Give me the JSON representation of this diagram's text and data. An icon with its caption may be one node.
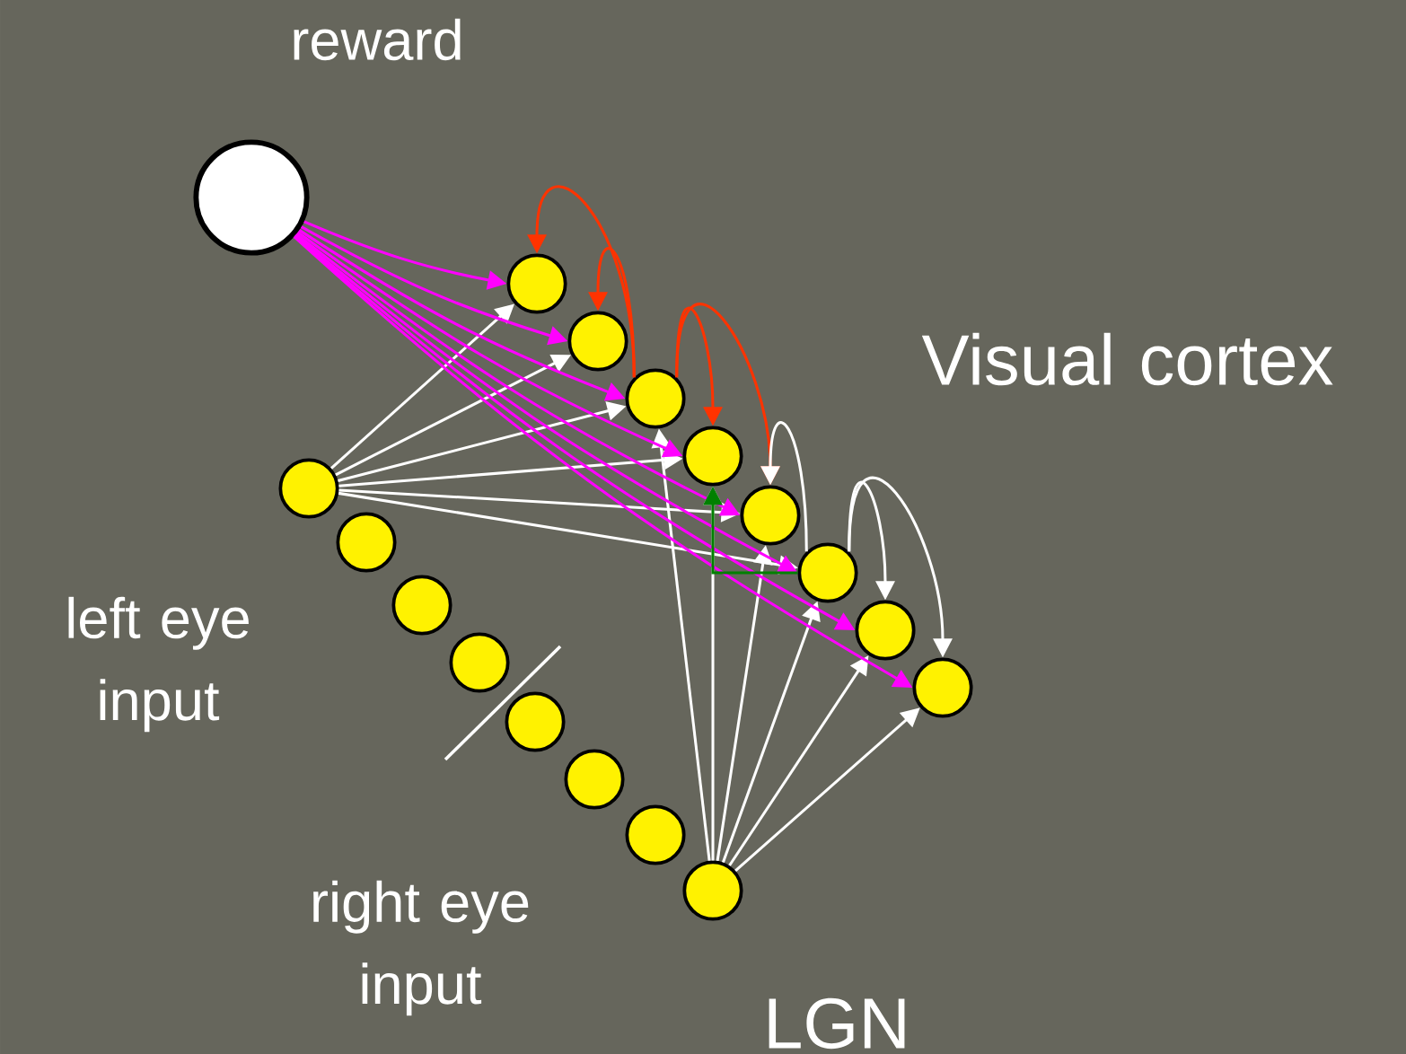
{
  "diagram": {
    "nodes": [
      {
        "text": [
          "reward"
        ]
      },
      {
        "text": [],
        "shape": "circle"
      },
      {
        "text": [],
        "shape": "circle"
      },
      {
        "text": [],
        "shape": "circle"
      },
      {
        "text": [],
        "shape": "circle"
      },
      {
        "text": [],
        "shape": "circle"
      },
      {
        "text": [],
        "shape": "circle"
      },
      {
        "text": [],
        "shape": "circle"
      },
      {
        "text": [],
        "shape": "circle"
      },
      {
        "text": [],
        "shape": "circle"
      },
      {
        "text": [],
        "shape": "circle"
      },
      {
        "text": [],
        "shape": "circle"
      },
      {
        "text": [],
        "shape": "circle"
      },
      {
        "text": [],
        "shape": "circle"
      },
      {
        "text": [],
        "shape": "circle"
      },
      {
        "text": [],
        "shape": "circle"
      },
      {
        "text": [],
        "shape": "circle"
      }
    ],
    "edges": [
      {
        "from": 9,
        "to": 1,
        "arrow": "to"
      },
      {
        "from": 9,
        "to": 2,
        "arrow": "to"
      },
      {
        "from": 9,
        "to": 3,
        "arrow": "to"
      },
      {
        "from": 9,
        "to": 4,
        "arrow": "to"
      },
      {
        "from": 9,
        "to": 5,
        "arrow": "to"
      },
      {
        "from": 9,
        "to": 6,
        "arrow": "to"
      },
      {
        "from": 16,
        "to": 3,
        "arrow": "to"
      },
      {
        "from": 16,
        "to": 4,
        "arrow": "to"
      },
      {
        "from": 16,
        "to": 5,
        "arrow": "to"
      },
      {
        "from": 16,
        "to": 6,
        "arrow": "to"
      },
      {
        "from": 16,
        "to": 7,
        "arrow": "to"
      },
      {
        "from": 16,
        "to": 8,
        "arrow": "to"
      },
      {
        "from": 0,
        "to": 1,
        "arrow": "to",
        "color": "#ff00ff"
      },
      {
        "from": 0,
        "to": 2,
        "arrow": "to",
        "color": "#ff00ff"
      },
      {
        "from": 0,
        "to": 3,
        "arrow": "to",
        "color": "#ff00ff"
      },
      {
        "from": 0,
        "to": 4,
        "arrow": "to",
        "color": "#ff00ff"
      },
      {
        "from": 0,
        "to": 5,
        "arrow": "to",
        "color": "#ff00ff"
      },
      {
        "from": 0,
        "to": 6,
        "arrow": "to",
        "color": "#ff00ff"
      },
      {
        "from": 0,
        "to": 7,
        "arrow": "to",
        "color": "#ff00ff"
      },
      {
        "from": 0,
        "to": 8,
        "arrow": "to",
        "color": "#ff00ff"
      },
      {
        "from": 3,
        "to": 1,
        "arrow": "to",
        "color": "#ff3300"
      },
      {
        "from": 3,
        "to": 2,
        "arrow": "to",
        "color": "#ff3300"
      },
      {
        "from": 3,
        "to": 4,
        "arrow": "to",
        "color": "#ff3300"
      },
      {
        "from": 3,
        "to": 5,
        "arrow": "to",
        "color": "#ff3300"
      },
      {
        "from": 6,
        "to": 5,
        "arrow": "to"
      },
      {
        "from": 6,
        "to": 7,
        "arrow": "to"
      },
      {
        "from": 6,
        "to": 8,
        "arrow": "to"
      },
      {
        "from": 6,
        "to": 4,
        "arrow": "to",
        "color": "#008000"
      }
    ],
    "labels": [
      "Visual cortex",
      "left eye input",
      "right eye input",
      "LGN"
    ]
  }
}
